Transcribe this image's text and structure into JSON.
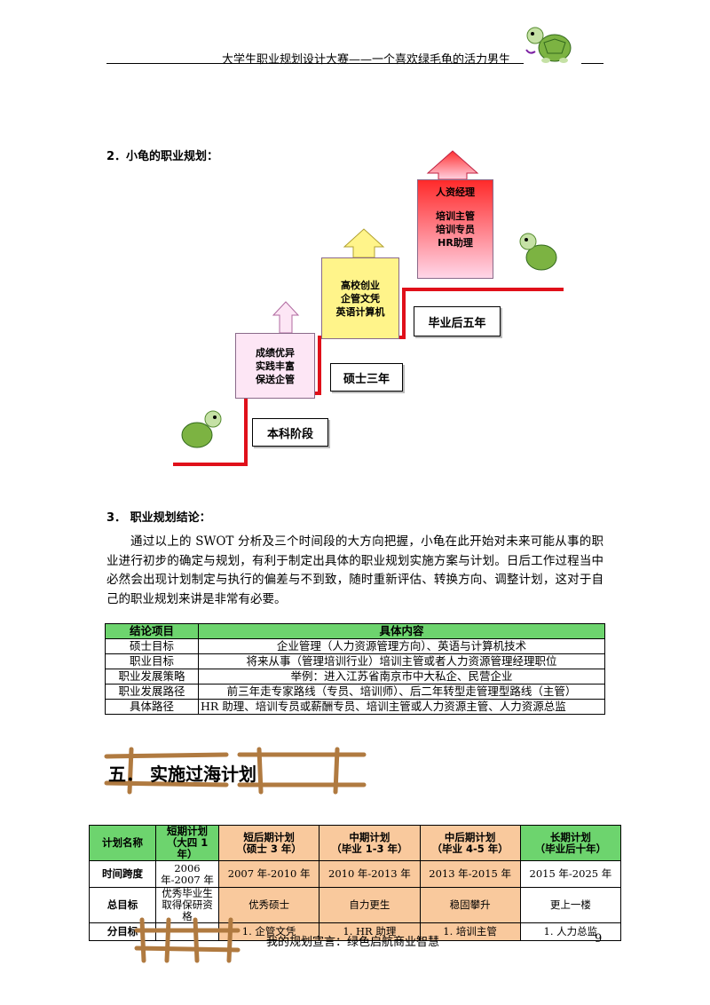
{
  "header": {
    "title": "大学生职业规划设计大赛——一个喜欢绿毛龟的活力男生"
  },
  "section2": {
    "title": "2．小龟的职业规划："
  },
  "plan": {
    "stage1_box": [
      "成绩优异",
      "实践丰富",
      "保送企管"
    ],
    "stage1_label": "本科阶段",
    "stage2_box": [
      "高校创业",
      "企管文凭",
      "英语计算机"
    ],
    "stage2_label": "硕士三年",
    "stage3_box": [
      "人资经理",
      "",
      "培训主管",
      "培训专员",
      "HR助理"
    ],
    "stage3_label": "毕业后五年"
  },
  "section3": {
    "title": "3．  职业规划结论：",
    "paragraph": "通过以上的 SWOT 分析及三个时间段的大方向把握，小龟在此开始对未来可能从事的职业进行初步的确定与规划，有利于制定出具体的职业规划实施方案与计划。日后工作过程当中必然会出现计划制定与执行的偏差与不到致，随时重新评估、转换方向、调整计划，这对于自己的职业规划来讲是非常有必要。"
  },
  "conclusion_table": {
    "headers": [
      "结论项目",
      "具体内容"
    ],
    "rows": [
      [
        "硕士目标",
        "企业管理（人力资源管理方向）、英语与计算机技术"
      ],
      [
        "职业目标",
        "将来从事（管理培训行业）培训主管或者人力资源管理经理职位"
      ],
      [
        "职业发展策略",
        "举例：进入江苏省南京市中大私企、民营企业"
      ],
      [
        "职业发展路径",
        "前三年走专家路线（专员、培训师）、后二年转型走管理型路线（主管）"
      ],
      [
        "具体路径",
        "HR 助理、培训专员或薪酬专员、培训主管或人力资源主管、人力资源总监"
      ]
    ]
  },
  "section5": {
    "title": "五．  实施过海计划"
  },
  "plan_table": {
    "headers": [
      "计划名称",
      "短期计划（大四 1 年）",
      "短后期计划（硕士 3 年）",
      "中期计划（毕业 1-3 年）",
      "中后期计划（毕业 4-5 年）",
      "长期计划（毕业后十年）"
    ],
    "header_lines": [
      [
        "计划名称"
      ],
      [
        "短期计划",
        "（大四 1 年）"
      ],
      [
        "短后期计划",
        "（硕士 3 年）"
      ],
      [
        "中期计划",
        "（毕业 1-3 年）"
      ],
      [
        "中后期计划",
        "（毕业 4-5 年）"
      ],
      [
        "长期计划",
        "（毕业后十年）"
      ]
    ],
    "rows": [
      {
        "label": "时间跨度",
        "cells": [
          "2006 年-2007 年",
          "2007 年-2010 年",
          "2010 年-2013 年",
          "2013 年-2015 年",
          "2015 年-2025 年"
        ]
      },
      {
        "label": "总目标",
        "cells": [
          "优秀毕业生取得保研资格",
          "优秀硕士",
          "自力更生",
          "稳固攀升",
          "更上一楼"
        ]
      },
      {
        "label": "分目标",
        "cells": [
          "",
          "1. 企管文凭",
          "1. HR 助理",
          "1. 培训主管",
          "1. 人力总监"
        ]
      }
    ]
  },
  "footer": {
    "text": "我的规划宣言：绿色启航商业智慧",
    "page": "9"
  },
  "colors": {
    "stair_red": "#e0101a",
    "header_green": "#6dd46e",
    "cell_orange": "#f9c99d",
    "rope_brown": "#b07a40"
  }
}
